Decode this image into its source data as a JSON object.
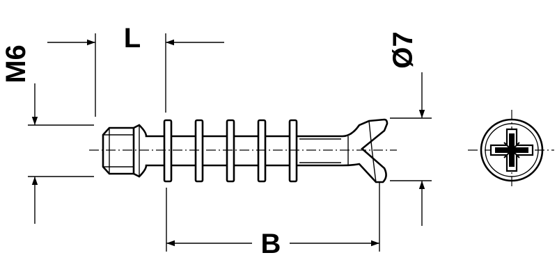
{
  "labels": {
    "thread": "M6",
    "length": "L",
    "diameter": "Ø7",
    "body_length": "B"
  },
  "colors": {
    "ink": "#000000",
    "background": "#ffffff"
  },
  "icons": {
    "head_view": "pozi-drive-head-icon"
  }
}
